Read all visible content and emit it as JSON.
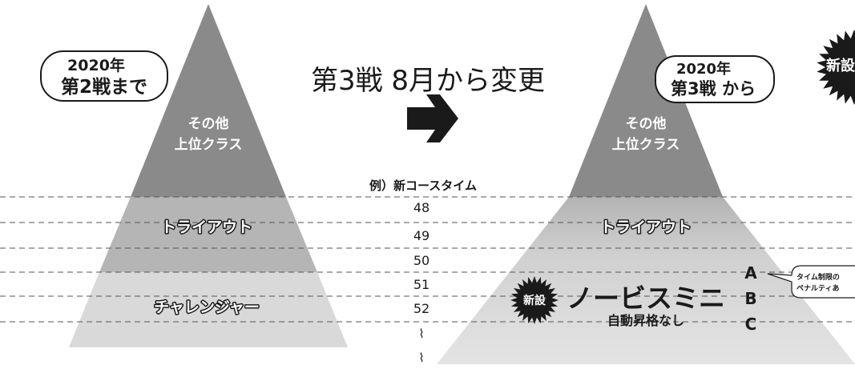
{
  "left": {
    "badge": [
      "2020年",
      "第2戦まで"
    ],
    "tiers": {
      "top": [
        "その他",
        "上位クラス"
      ],
      "middle": "トライアウト",
      "bottom": "チャレンジャー"
    }
  },
  "center": {
    "headline": "第3戦 8月から変更",
    "arrow_icon": "right-arrow-icon",
    "example_label": "例）新コースタイム",
    "times": [
      "48",
      "49",
      "50",
      "51",
      "52"
    ],
    "ellipsis": [
      "⌇",
      "⌇"
    ]
  },
  "right": {
    "badge": [
      "2020年",
      "第3戦 から"
    ],
    "tiers": {
      "top": [
        "その他",
        "上位クラス"
      ],
      "middle": "トライアウト"
    },
    "new_badge": "新設",
    "new_class": "ノービスミニ",
    "new_class_note": "自動昇格なし",
    "grades": [
      "A",
      "B",
      "C"
    ],
    "callout": [
      "タイム制限の",
      "ペナルティあ"
    ],
    "corner_badge": "新設"
  },
  "colors": {
    "top_tier": "#8a8a8a",
    "middle_tier": "#b5b5b5",
    "bottom_tier": "#d9d9d9",
    "black": "#1a1a1a"
  }
}
